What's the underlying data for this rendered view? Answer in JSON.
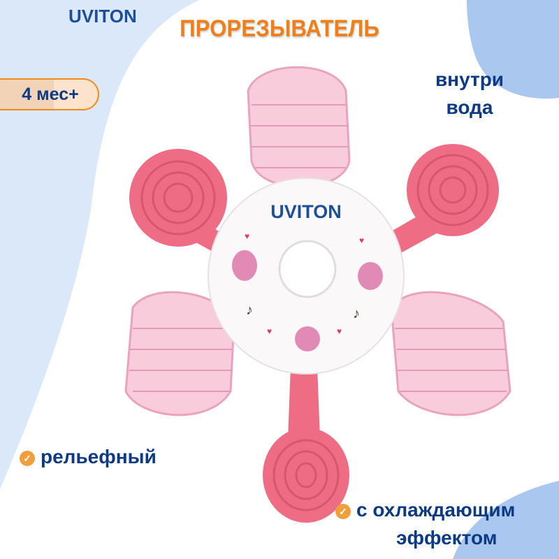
{
  "brand": {
    "logo_text": "UVITON"
  },
  "title": "ПРОРЕЗЫВАТЕЛЬ",
  "age_badge": "4 мес+",
  "features": {
    "water_line1": "внутри",
    "water_line2": "вода",
    "relief": "рельефный",
    "cooling_line1": "с охлаждающим",
    "cooling_line2": "эффектом"
  },
  "icons": {
    "check": "checkmark-circle-icon"
  },
  "colors": {
    "accent": "#f07f1a",
    "text": "#0d3a84",
    "pink": "#f06e85",
    "blue": "#aac8ef"
  }
}
